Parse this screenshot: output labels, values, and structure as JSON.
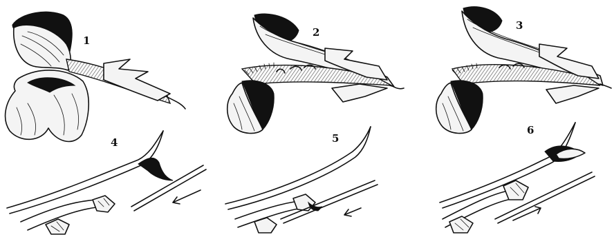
{
  "figures": [
    {
      "label": "1"
    },
    {
      "label": "2"
    },
    {
      "label": "3"
    },
    {
      "label": "4"
    },
    {
      "label": "5"
    },
    {
      "label": "6"
    }
  ]
}
